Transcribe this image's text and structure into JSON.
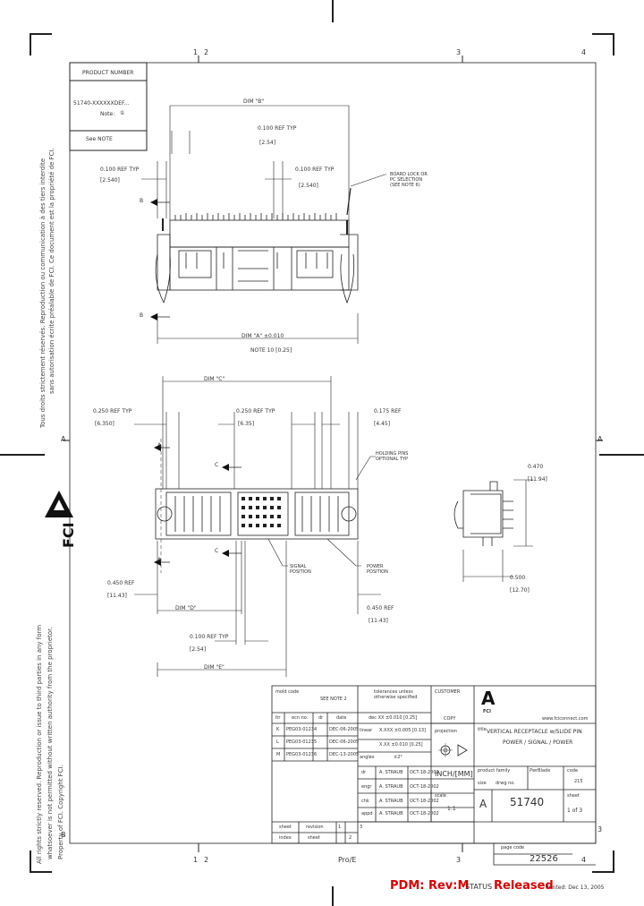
{
  "zones": {
    "top": [
      "1",
      "2",
      "3",
      "4"
    ],
    "bottom": [
      "1",
      "2",
      "3",
      "4"
    ],
    "left": [
      "A",
      "B"
    ],
    "right": [
      "A",
      "3"
    ]
  },
  "product_number_box": {
    "header": "PRODUCT NUMBER",
    "number": "51740-XXXXXXDEF...",
    "note": "Note:",
    "note_symbol": "①",
    "see_note": "See NOTE"
  },
  "dimensions": {
    "dim_b": "DIM \"B\"",
    "ref_typ_1": "0.100 REF TYP",
    "ref_typ_1_mm": "[2.54]",
    "ref_left": "0.100 REF TYP",
    "ref_left_mm": "[2.540]",
    "ref_mid": "0.100 REF TYP",
    "ref_mid_mm": "[2.540]",
    "board_lock": "BOARD LOCK OR\nPC SELECTION\n(SEE NOTE 6)",
    "b_top": "B",
    "b_bottom": "B",
    "dim_a": "DIM \"A\" ±0.010",
    "note_10": "NOTE 10  [0.25]",
    "dim_c": "DIM \"C\"",
    "ref_250_left": "0.250 REF TYP",
    "ref_250_left_mm": "[6.350]",
    "ref_250_mid": "0.250 REF TYP",
    "ref_250_mid_mm": "[6.35]",
    "ref_175": "0.175 REF",
    "ref_175_mm": "[4.45]",
    "holding_pins": "HOLDING PINS\nOPTIONAL TYP",
    "dim_470": "0.470",
    "dim_470_mm": "[11.94]",
    "dim_500": "0.500",
    "dim_500_mm": "[12.70]",
    "a_top": "A",
    "a_bottom": "A",
    "c_top": "C",
    "c_bottom": "C",
    "signal": "SIGNAL\nPOSITION",
    "power": "POWER\nPOSITION",
    "dim_450_left": "0.450 REF",
    "dim_450_left_mm": "[11.43]",
    "dim_450_right": "0.450 REF",
    "dim_450_right_mm": "[11.43]",
    "dim_d": "DIM \"D\"",
    "ref_typ_bottom": "0.100 REF TYP",
    "ref_typ_bottom_mm": "[2.54]",
    "dim_e": "DIM \"E\""
  },
  "side_text": {
    "confidential_fr": "Tous droits strictement réservés. Reproduction ou communication à des tiers interdite",
    "confidential_fr_2": "sans autorisation écrite préalable de FCI. Ce document est la propriété de FCI.",
    "rights_en": "All rights strictly reserved. Reproduction or issue to third parties in any form",
    "rights_en_2": "whatsoever is not permitted without written authority from the proprietor.",
    "rights_en_3": "Property of FCI. Copyright FCI.",
    "logo_letters": "FCI"
  },
  "title_block": {
    "mold_code": "mold code",
    "see_note": "SEE NOTE 2",
    "tolerances": "tolerances unless\notherwise specified",
    "customer": "CUSTOMER",
    "copy": "COPY",
    "ltr": "ltr",
    "ecn_no": "ecn no.",
    "dr": "dr",
    "date": "date",
    "rows": [
      {
        "ltr": "K",
        "ecn": "PEG03-01234",
        "dr": "",
        "date": "DEC-06-2005"
      },
      {
        "ltr": "L",
        "ecn": "PEG03-01235",
        "dr": "",
        "date": "DEC-06-2005"
      },
      {
        "ltr": "M",
        "ecn": "PEG03-01236",
        "dr": "",
        "date": "DEC-13-2005"
      }
    ],
    "dec": "dec  XX ±0.010 [0.25]",
    "linear": "linear",
    "linear_val": "X.XXX ±0.005 [0.13]",
    "linear_val2": "X.XX ±0.010 [0.25]",
    "angles": "angles",
    "angles_val": "±2°",
    "projection": "projection",
    "title_label": "title",
    "title": "VERTICAL RECEPTACLE w/SLIDE PIN",
    "title_2": "POWER / SIGNAL / POWER",
    "logo": "A",
    "logo_sub": "FCI",
    "website": "www.fciconnect.com",
    "units": "INCH/[MM]",
    "product_family": "product family",
    "family": "PwrBlade",
    "code": "code",
    "code_val": "215",
    "size": "size",
    "size_val": "A",
    "drwg_no": "drwg no.",
    "drwg_val": "51740",
    "scale": "scale",
    "scale_val": "1:1",
    "sheet": "sheet",
    "sheet_val": "1 of 3",
    "dr_label": "dr",
    "chk_label": "chk",
    "engr_label": "engr",
    "appd_label": "appd",
    "sign_rows": [
      {
        "who": "dr",
        "name": "A. STRAUB",
        "date": "OCT-18-2002"
      },
      {
        "who": "engr",
        "name": "A. STRAUB",
        "date": "OCT-18-2002"
      },
      {
        "who": "chk",
        "name": "A. STRAUB",
        "date": "OCT-18-2002"
      },
      {
        "who": "appd",
        "name": "A. STRAUB",
        "date": "OCT-18-2002"
      }
    ],
    "sheet_row": "sheet",
    "index_row": "index",
    "revision": "revision",
    "rev_sheet": "sheet",
    "rev_1": "1",
    "rev_2": "2",
    "rev_3": "3"
  },
  "footer": {
    "page_code_label": "page code",
    "page_code": "22526",
    "proe": "Pro/E",
    "pdm": "PDM: Rev:M",
    "status_label": "STATUS",
    "status": "Released",
    "printed": "Printed: Dec 13, 2005"
  }
}
